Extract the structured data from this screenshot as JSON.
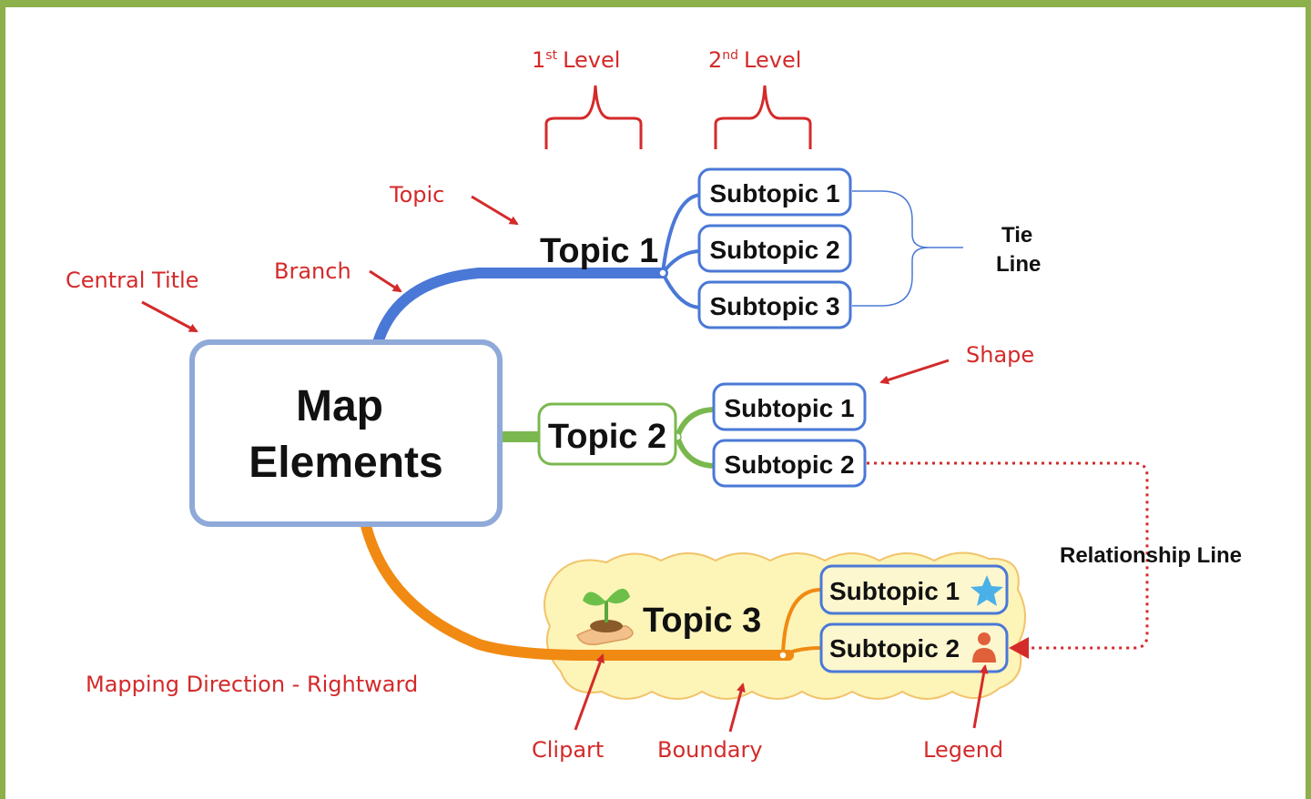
{
  "central_title": {
    "line1": "Map",
    "line2": "Elements"
  },
  "topics": [
    {
      "label": "Topic 1",
      "color": "#4a78d6",
      "subtopics": [
        "Subtopic 1",
        "Subtopic 2",
        "Subtopic 3"
      ]
    },
    {
      "label": "Topic 2",
      "color": "#7ab84f",
      "subtopics": [
        "Subtopic 1",
        "Subtopic 2"
      ]
    },
    {
      "label": "Topic 3",
      "color": "#f08a12",
      "subtopics": [
        "Subtopic 1",
        "Subtopic 2"
      ]
    }
  ],
  "annotations": {
    "level1_main": "1",
    "level1_sup": "st",
    "level1_rest": "Level",
    "level2_main": "2",
    "level2_sup": "nd",
    "level2_rest": "Level",
    "topic": "Topic",
    "branch": "Branch",
    "central_title": "Central Title",
    "tie_line_1": "Tie",
    "tie_line_2": "Line",
    "shape": "Shape",
    "relationship_line": "Relationship Line",
    "mapping_direction": "Mapping Direction - Rightward",
    "clipart": "Clipart",
    "boundary": "Boundary",
    "legend": "Legend"
  },
  "colors": {
    "annotation_red": "#d42a2a",
    "frame_green": "#8cb04a",
    "box_border_blue": "#4a78d6",
    "central_border": "#8fa9d8",
    "boundary_fill": "#fdf4b8",
    "boundary_stroke": "#f2c36a"
  },
  "icons": [
    "seedling-clipart-icon",
    "star-icon",
    "person-icon"
  ]
}
